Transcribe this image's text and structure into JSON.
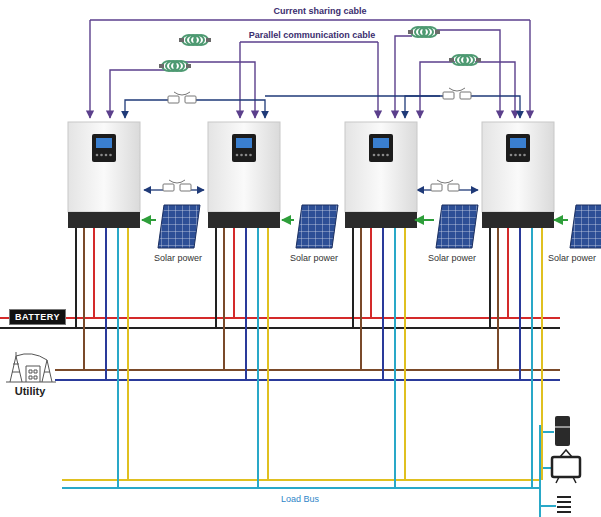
{
  "diagram": {
    "nodes": [
      {
        "text": [
          "BATTERY"
        ]
      }
    ],
    "labels": [
      "Current sharing cable",
      "Parallel communication cable",
      "Solar power",
      "Solar power",
      "Solar power",
      "Solar power",
      "Utility",
      "Load Bus"
    ]
  }
}
